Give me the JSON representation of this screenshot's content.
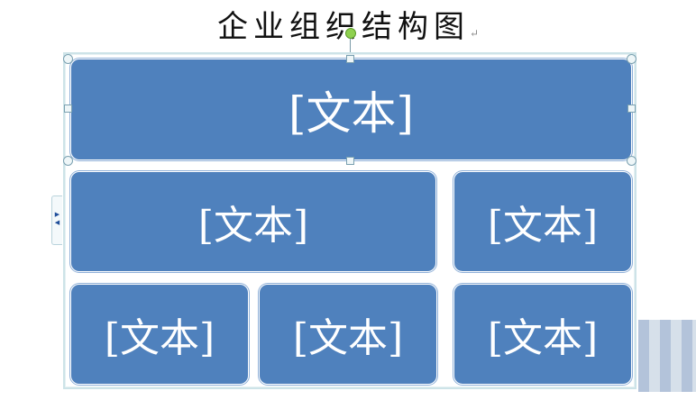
{
  "document": {
    "title": "企业组织结构图",
    "paragraph_mark": "↵"
  },
  "smartart": {
    "nodes": [
      {
        "text": "[文本]"
      },
      {
        "text": "[文本]"
      },
      {
        "text": "[文本]"
      },
      {
        "text": "[文本]"
      },
      {
        "text": "[文本]"
      },
      {
        "text": "[文本]"
      }
    ],
    "text_pane_toggle": "▸◂",
    "colors": {
      "fill": "#4f81bd",
      "frame": "#cde3e8",
      "rotate_handle": "#8fd14f"
    }
  }
}
